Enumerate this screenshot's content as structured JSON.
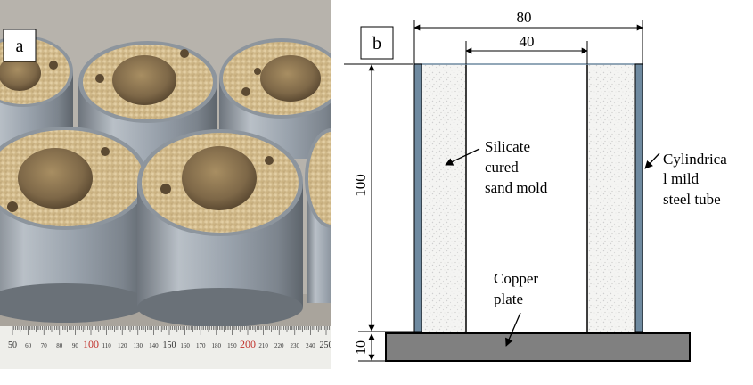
{
  "panels": {
    "photo": {
      "label": "a",
      "ruler_numbers": [
        "50",
        "60",
        "70",
        "80",
        "90",
        "100",
        "110",
        "120",
        "130",
        "140",
        "150",
        "160",
        "170",
        "180",
        "190",
        "200",
        "210",
        "220",
        "230",
        "240",
        "250"
      ]
    },
    "drawing": {
      "label": "b",
      "dimensions": {
        "outer_width": "80",
        "inner_width": "40",
        "height": "100",
        "plate_thickness": "10"
      },
      "labels": {
        "sand_mold": [
          "Silicate",
          "cured",
          "sand mold"
        ],
        "steel_tube": [
          "Cylindrica",
          "l mild",
          "steel tube"
        ],
        "copper_plate": [
          "Copper",
          "plate"
        ]
      }
    }
  },
  "colors": {
    "steel": "#9aa3ad",
    "sand": "#d9c39a",
    "plate": "#808080",
    "tube_wall": "#6f8aa0"
  }
}
